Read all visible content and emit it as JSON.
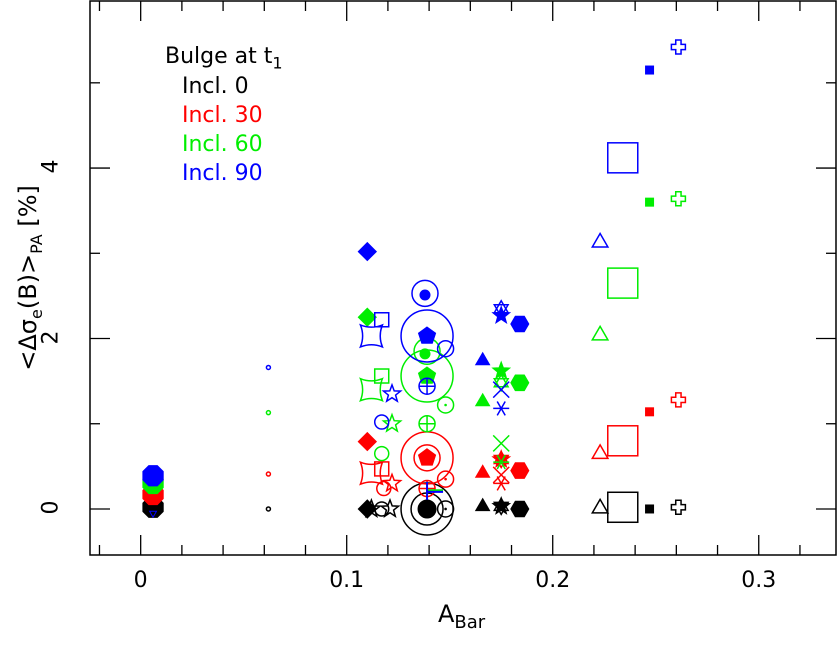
{
  "chart_data": {
    "type": "scatter",
    "title": "",
    "xlabel": "A_Bar",
    "xlabel_main": "A",
    "xlabel_sub": "Bar",
    "ylabel": "<Δσ_e(B)>_PA [%]",
    "xlim": [
      -0.0246,
      0.3375
    ],
    "ylim": [
      -0.54,
      5.96
    ],
    "xticks": [
      0,
      0.1,
      0.2,
      0.3
    ],
    "xtick_labels": [
      "0",
      "0.1",
      "0.2",
      "0.3"
    ],
    "yticks": [
      0,
      2,
      4
    ],
    "ytick_labels": [
      "0",
      "2",
      "4"
    ],
    "grid": false,
    "legend": {
      "position": "upper-left",
      "title": "Bulge at t",
      "title_sub": "1",
      "entries": [
        {
          "label": "Incl. 0",
          "color": "#000000"
        },
        {
          "label": "Incl. 30",
          "color": "#ff0000"
        },
        {
          "label": "Incl. 60",
          "color": "#00ee00"
        },
        {
          "label": "Incl. 90",
          "color": "#0000ff"
        }
      ]
    },
    "series": [
      {
        "name": "Incl. 0",
        "color": "#000000",
        "points": [
          {
            "x": 0.006,
            "y": 0.02,
            "marker": "filled-octagon",
            "size": 11
          },
          {
            "x": 0.006,
            "y": -0.05,
            "marker": "open-triangle-down",
            "size": 4
          },
          {
            "x": 0.062,
            "y": 0.0,
            "marker": "open-circle",
            "size": 2
          },
          {
            "x": 0.11,
            "y": 0.0,
            "marker": "filled-diamond",
            "size": 9
          },
          {
            "x": 0.112,
            "y": 0.0,
            "marker": "open-star",
            "size": 9
          },
          {
            "x": 0.117,
            "y": 0.0,
            "marker": "open-circle",
            "size": 7
          },
          {
            "x": 0.121,
            "y": 0.0,
            "marker": "open-star",
            "size": 9
          },
          {
            "x": 0.139,
            "y": 0.0,
            "marker": "filled-circle",
            "size": 9
          },
          {
            "x": 0.139,
            "y": 0.0,
            "marker": "open-circle",
            "size": 16
          },
          {
            "x": 0.139,
            "y": 0.0,
            "marker": "open-circle",
            "size": 26
          },
          {
            "x": 0.148,
            "y": 0.0,
            "marker": "open-circle-dot",
            "size": 8
          },
          {
            "x": 0.166,
            "y": 0.04,
            "marker": "filled-triangle",
            "size": 8
          },
          {
            "x": 0.175,
            "y": 0.03,
            "marker": "filled-star",
            "size": 9
          },
          {
            "x": 0.175,
            "y": 0.03,
            "marker": "star-of-david",
            "size": 8
          },
          {
            "x": 0.184,
            "y": 0.0,
            "marker": "filled-hexagon",
            "size": 9
          },
          {
            "x": 0.223,
            "y": 0.03,
            "marker": "open-triangle",
            "size": 9
          },
          {
            "x": 0.234,
            "y": 0.02,
            "marker": "open-square",
            "size": 15
          },
          {
            "x": 0.247,
            "y": 0.0,
            "marker": "filled-square",
            "size": 4
          },
          {
            "x": 0.261,
            "y": 0.02,
            "marker": "open-cross",
            "size": 7
          }
        ]
      },
      {
        "name": "Incl. 30",
        "color": "#ff0000",
        "points": [
          {
            "x": 0.006,
            "y": 0.17,
            "marker": "filled-octagon",
            "size": 11
          },
          {
            "x": 0.062,
            "y": 0.41,
            "marker": "open-circle",
            "size": 2
          },
          {
            "x": 0.11,
            "y": 0.79,
            "marker": "filled-diamond",
            "size": 9
          },
          {
            "x": 0.112,
            "y": 0.42,
            "marker": "open-concave-square",
            "size": 11
          },
          {
            "x": 0.117,
            "y": 0.47,
            "marker": "open-square",
            "size": 7
          },
          {
            "x": 0.118,
            "y": 0.24,
            "marker": "open-circle",
            "size": 7
          },
          {
            "x": 0.122,
            "y": 0.3,
            "marker": "open-star",
            "size": 9
          },
          {
            "x": 0.139,
            "y": 0.6,
            "marker": "filled-pentagon",
            "size": 9
          },
          {
            "x": 0.139,
            "y": 0.6,
            "marker": "open-circle",
            "size": 13
          },
          {
            "x": 0.139,
            "y": 0.6,
            "marker": "open-circle",
            "size": 26
          },
          {
            "x": 0.139,
            "y": 0.24,
            "marker": "open-circle-plus",
            "size": 8
          },
          {
            "x": 0.148,
            "y": 0.35,
            "marker": "open-circle-dot",
            "size": 8
          },
          {
            "x": 0.166,
            "y": 0.43,
            "marker": "filled-triangle",
            "size": 8
          },
          {
            "x": 0.175,
            "y": 0.58,
            "marker": "filled-star",
            "size": 9
          },
          {
            "x": 0.175,
            "y": 0.58,
            "marker": "star-of-david",
            "size": 8
          },
          {
            "x": 0.175,
            "y": 0.3,
            "marker": "asterisk",
            "size": 8
          },
          {
            "x": 0.175,
            "y": 0.4,
            "marker": "cross",
            "size": 8
          },
          {
            "x": 0.184,
            "y": 0.45,
            "marker": "filled-hexagon",
            "size": 9
          },
          {
            "x": 0.223,
            "y": 0.67,
            "marker": "open-triangle",
            "size": 9
          },
          {
            "x": 0.234,
            "y": 0.8,
            "marker": "open-square",
            "size": 15
          },
          {
            "x": 0.247,
            "y": 1.14,
            "marker": "filled-square",
            "size": 4
          },
          {
            "x": 0.261,
            "y": 1.28,
            "marker": "open-cross",
            "size": 7
          }
        ]
      },
      {
        "name": "Incl. 60",
        "color": "#00ee00",
        "points": [
          {
            "x": 0.006,
            "y": 0.3,
            "marker": "filled-octagon",
            "size": 11
          },
          {
            "x": 0.062,
            "y": 1.13,
            "marker": "open-circle",
            "size": 2
          },
          {
            "x": 0.11,
            "y": 2.25,
            "marker": "filled-diamond",
            "size": 9
          },
          {
            "x": 0.112,
            "y": 1.4,
            "marker": "open-concave-square",
            "size": 11
          },
          {
            "x": 0.117,
            "y": 1.56,
            "marker": "open-square",
            "size": 7
          },
          {
            "x": 0.117,
            "y": 0.65,
            "marker": "open-circle",
            "size": 7
          },
          {
            "x": 0.122,
            "y": 1.0,
            "marker": "open-star",
            "size": 9
          },
          {
            "x": 0.138,
            "y": 1.82,
            "marker": "filled-circle",
            "size": 5
          },
          {
            "x": 0.139,
            "y": 1.85,
            "marker": "open-circle",
            "size": 13
          },
          {
            "x": 0.139,
            "y": 1.56,
            "marker": "filled-pentagon",
            "size": 9
          },
          {
            "x": 0.139,
            "y": 1.56,
            "marker": "open-circle",
            "size": 26
          },
          {
            "x": 0.139,
            "y": 1.0,
            "marker": "open-circle-plus",
            "size": 8
          },
          {
            "x": 0.139,
            "y": 0.22,
            "marker": "hbar",
            "size": 8
          },
          {
            "x": 0.148,
            "y": 1.22,
            "marker": "open-circle-dot",
            "size": 8
          },
          {
            "x": 0.166,
            "y": 1.27,
            "marker": "filled-triangle",
            "size": 8
          },
          {
            "x": 0.175,
            "y": 1.62,
            "marker": "filled-star",
            "size": 9
          },
          {
            "x": 0.175,
            "y": 1.48,
            "marker": "star-of-david",
            "size": 8
          },
          {
            "x": 0.175,
            "y": 0.77,
            "marker": "cross",
            "size": 8
          },
          {
            "x": 0.175,
            "y": 0.55,
            "marker": "asterisk",
            "size": 8
          },
          {
            "x": 0.184,
            "y": 1.48,
            "marker": "filled-hexagon",
            "size": 9
          },
          {
            "x": 0.223,
            "y": 2.06,
            "marker": "open-triangle",
            "size": 9
          },
          {
            "x": 0.234,
            "y": 2.65,
            "marker": "open-square",
            "size": 15
          },
          {
            "x": 0.247,
            "y": 3.6,
            "marker": "filled-square",
            "size": 4
          },
          {
            "x": 0.261,
            "y": 3.64,
            "marker": "open-cross",
            "size": 7
          }
        ]
      },
      {
        "name": "Incl. 90",
        "color": "#0000ff",
        "points": [
          {
            "x": 0.006,
            "y": 0.39,
            "marker": "filled-octagon",
            "size": 11
          },
          {
            "x": 0.062,
            "y": 1.66,
            "marker": "open-circle",
            "size": 2
          },
          {
            "x": 0.11,
            "y": 3.02,
            "marker": "filled-diamond",
            "size": 9
          },
          {
            "x": 0.112,
            "y": 2.03,
            "marker": "open-concave-square",
            "size": 11
          },
          {
            "x": 0.117,
            "y": 2.22,
            "marker": "open-square",
            "size": 7
          },
          {
            "x": 0.117,
            "y": 1.02,
            "marker": "open-circle",
            "size": 7
          },
          {
            "x": 0.122,
            "y": 1.35,
            "marker": "open-star",
            "size": 9
          },
          {
            "x": 0.138,
            "y": 2.51,
            "marker": "filled-circle",
            "size": 5
          },
          {
            "x": 0.138,
            "y": 2.53,
            "marker": "open-circle",
            "size": 13
          },
          {
            "x": 0.139,
            "y": 2.03,
            "marker": "filled-pentagon",
            "size": 9
          },
          {
            "x": 0.139,
            "y": 2.03,
            "marker": "open-circle",
            "size": 26
          },
          {
            "x": 0.139,
            "y": 1.44,
            "marker": "open-circle-plus",
            "size": 8
          },
          {
            "x": 0.139,
            "y": 0.2,
            "marker": "vbar",
            "size": 8
          },
          {
            "x": 0.148,
            "y": 1.88,
            "marker": "open-circle",
            "size": 8
          },
          {
            "x": 0.166,
            "y": 1.75,
            "marker": "filled-triangle",
            "size": 8
          },
          {
            "x": 0.175,
            "y": 2.27,
            "marker": "filled-star",
            "size": 9
          },
          {
            "x": 0.175,
            "y": 2.35,
            "marker": "star-of-david",
            "size": 8
          },
          {
            "x": 0.175,
            "y": 1.4,
            "marker": "cross",
            "size": 8
          },
          {
            "x": 0.175,
            "y": 1.18,
            "marker": "asterisk",
            "size": 8
          },
          {
            "x": 0.184,
            "y": 2.17,
            "marker": "filled-hexagon",
            "size": 9
          },
          {
            "x": 0.223,
            "y": 3.15,
            "marker": "open-triangle",
            "size": 9
          },
          {
            "x": 0.234,
            "y": 4.12,
            "marker": "open-square",
            "size": 15
          },
          {
            "x": 0.247,
            "y": 5.15,
            "marker": "filled-square",
            "size": 4
          },
          {
            "x": 0.261,
            "y": 5.42,
            "marker": "open-cross",
            "size": 7
          }
        ]
      }
    ]
  }
}
